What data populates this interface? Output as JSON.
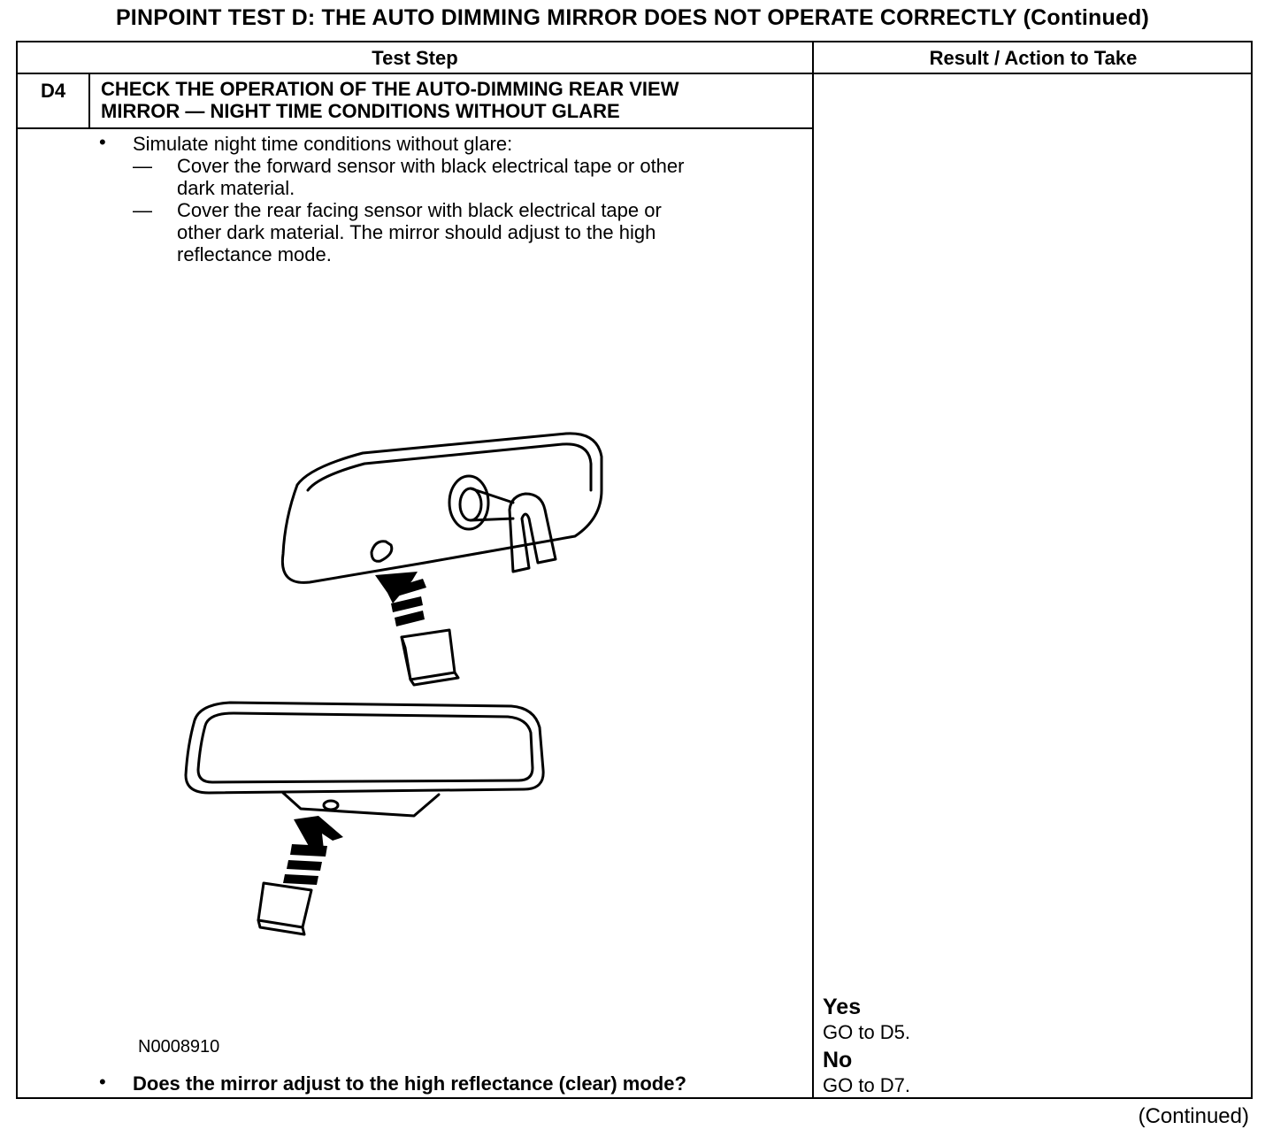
{
  "title": "PINPOINT TEST D: THE AUTO DIMMING MIRROR DOES NOT OPERATE CORRECTLY (Continued)",
  "table": {
    "header_step": "Test Step",
    "header_result": "Result / Action to Take"
  },
  "step": {
    "id": "D4",
    "title_line1": "CHECK THE OPERATION OF THE AUTO-DIMMING REAR VIEW",
    "title_line2": "MIRROR — NIGHT TIME CONDITIONS WITHOUT GLARE",
    "bullet_symbol": "•",
    "dash_symbol": "—",
    "instruction": "Simulate night time conditions without glare:",
    "sub1_line1": "Cover the forward sensor with black electrical tape or other",
    "sub1_line2": "dark material.",
    "sub2_line1": "Cover the rear facing sensor with black electrical tape or",
    "sub2_line2": "other dark material. The mirror should adjust to the high",
    "sub2_line3": "reflectance mode.",
    "figure_code": "N0008910",
    "question": "Does the mirror adjust to the high reflectance (clear) mode?"
  },
  "results": {
    "yes_label": "Yes",
    "yes_action": "GO to D5.",
    "no_label": "No",
    "no_action": "GO to D7."
  },
  "footer": "(Continued)"
}
